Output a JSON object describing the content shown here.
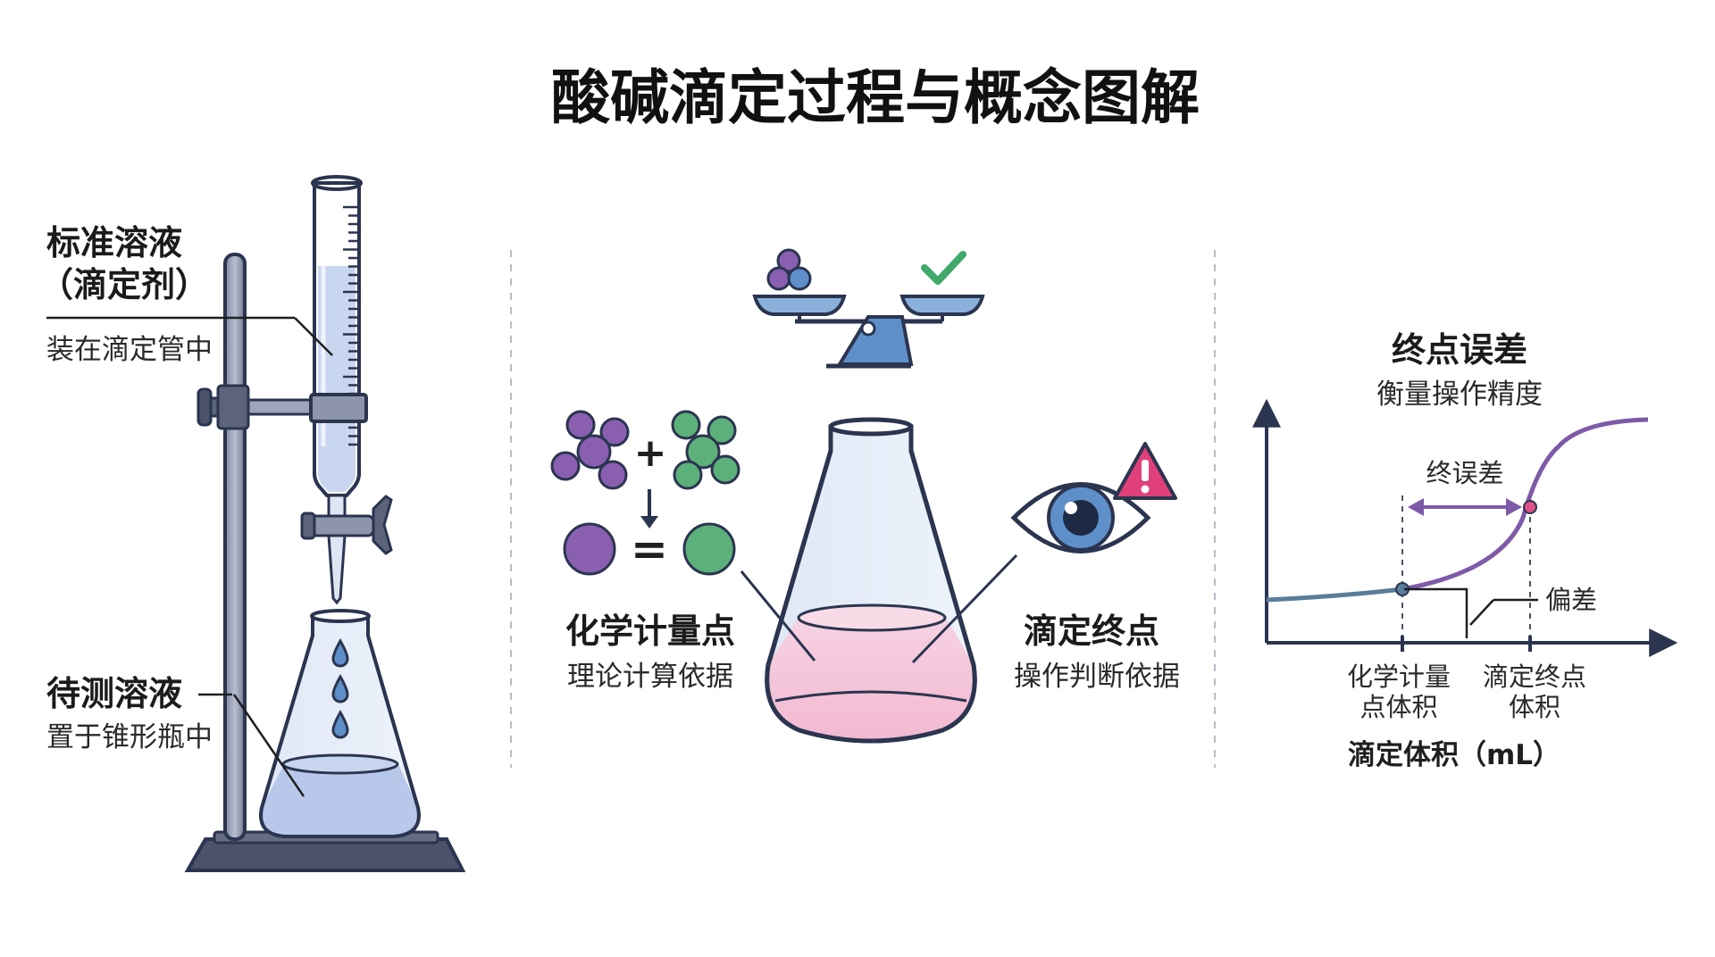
{
  "title": "酸碱滴定过程与概念图解",
  "left_panel": {
    "titrant_label_line1": "标准溶液",
    "titrant_label_line2": "（滴定剂）",
    "titrant_note": "装在滴定管中",
    "analyte_label": "待测溶液",
    "analyte_note": "置于锥形瓶中"
  },
  "middle_panel": {
    "operator_plus": "+",
    "operator_equal": "=",
    "stoich_label": "化学计量点",
    "stoich_note": "理论计算依据",
    "endpoint_label": "滴定终点",
    "endpoint_note": "操作判断依据",
    "icons": [
      "balance-scale-icon",
      "checkmark-icon",
      "eye-icon",
      "warning-icon",
      "conical-flask-icon"
    ]
  },
  "right_panel": {
    "title": "终点误差",
    "subtitle": "衡量操作精度",
    "arrow_label": "终误差",
    "deviation_label": "偏差",
    "tick1_line1": "化学计量",
    "tick1_line2": "点体积",
    "tick2_line1": "滴定终点",
    "tick2_line2": "体积",
    "xlabel": "滴定体积（mL）"
  },
  "colors": {
    "outline": "#2b3550",
    "purple": "#8a5fb0",
    "green": "#5cb07a",
    "blue": "#5f8fc9",
    "pink": "#f4c3d8",
    "curve_blue": "#5a7d9a",
    "curve_purple": "#7e5aa8",
    "point_pink": "#e0508a",
    "check_green": "#3fa86a",
    "warning_pink": "#e0407a"
  }
}
